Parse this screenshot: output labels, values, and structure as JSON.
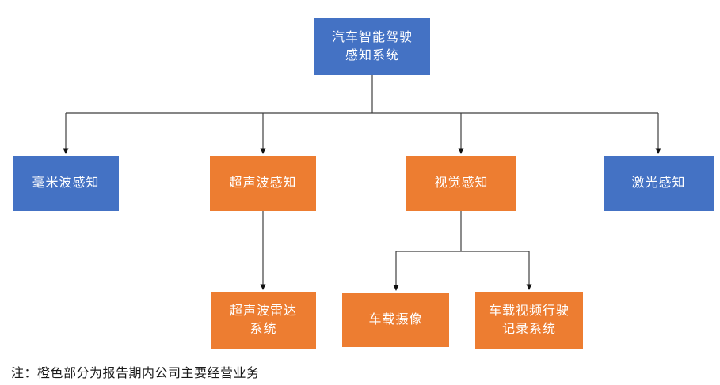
{
  "diagram": {
    "colors": {
      "blue": "#4472C4",
      "orange": "#ED7D31",
      "line": "#3f3f3f",
      "arrowhead": "#111111"
    },
    "nodes": {
      "root": {
        "label": "汽车智能驾驶\n感知系统",
        "color": "#4472C4"
      },
      "mmwave": {
        "label": "毫米波感知",
        "color": "#4472C4"
      },
      "ultrasonic": {
        "label": "超声波感知",
        "color": "#ED7D31"
      },
      "visual": {
        "label": "视觉感知",
        "color": "#ED7D31"
      },
      "laser": {
        "label": "激光感知",
        "color": "#4472C4"
      },
      "ultrasonic_radar": {
        "label": "超声波雷达\n系统",
        "color": "#ED7D31"
      },
      "car_camera": {
        "label": "车载摄像",
        "color": "#ED7D31"
      },
      "drive_recorder": {
        "label": "车载视频行驶\n记录系统",
        "color": "#ED7D31"
      }
    },
    "edges": [
      [
        "root",
        "mmwave"
      ],
      [
        "root",
        "ultrasonic"
      ],
      [
        "root",
        "visual"
      ],
      [
        "root",
        "laser"
      ],
      [
        "ultrasonic",
        "ultrasonic_radar"
      ],
      [
        "visual",
        "car_camera"
      ],
      [
        "visual",
        "drive_recorder"
      ]
    ],
    "note": "注：橙色部分为报告期内公司主要经营业务"
  }
}
